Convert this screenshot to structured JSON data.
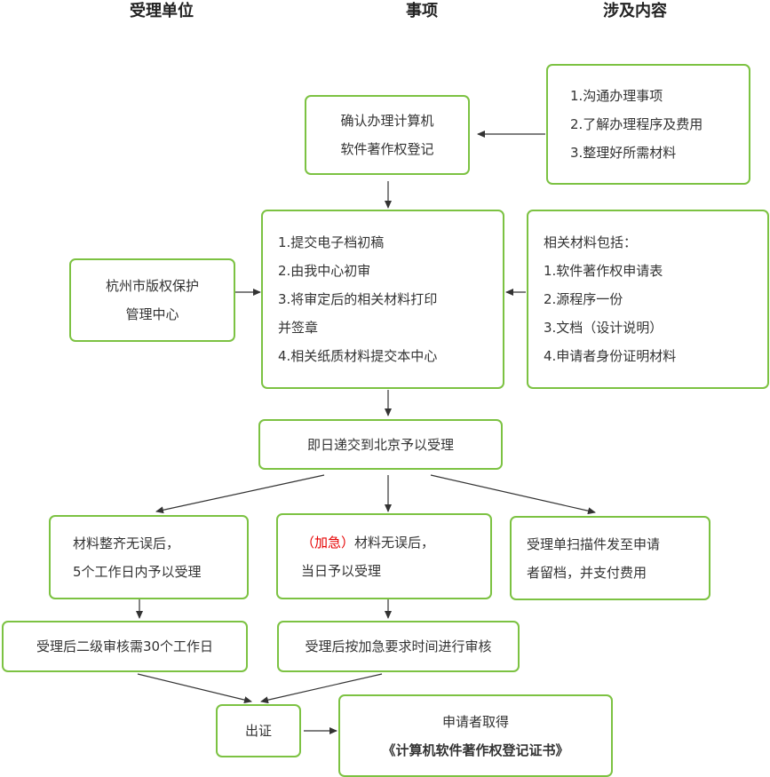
{
  "headers": {
    "unit": "受理单位",
    "matter": "事项",
    "content": "涉及内容"
  },
  "boxes": {
    "confirm": [
      "确认办理计算机",
      "软件著作权登记"
    ],
    "communicate": [
      "1.沟通办理事项",
      "2.了解办理程序及费用",
      "3.整理好所需材料"
    ],
    "hangzhou": [
      "杭州市版权保护",
      "管理中心"
    ],
    "submit": [
      "1.提交电子档初稿",
      "2.由我中心初审",
      "3.将审定后的相关材料打印",
      "并签章",
      "4.相关纸质材料提交本中心"
    ],
    "materials": [
      "相关材料包括：",
      "1.软件著作权申请表",
      "2.源程序一份",
      "3.文档（设计说明）",
      "4.申请者身份证明材料"
    ],
    "beijing": "即日递交到北京予以受理",
    "normal": [
      "材料整齐无误后，",
      "5个工作日内予以受理"
    ],
    "urgent": {
      "tag": "（加急）",
      "line1_rest": "材料无误后，",
      "line2": "当日予以受理"
    },
    "scan": [
      "受理单扫描件发至申请",
      "者留档，并支付费用"
    ],
    "review30": "受理后二级审核需30个工作日",
    "review_urgent": "受理后按加急要求时间进行审核",
    "issue": "出证",
    "obtain": [
      "申请者取得",
      "《计算机软件著作权登记证书》"
    ]
  },
  "colors": {
    "border": "#7cc242",
    "arrow": "#333333",
    "urgent": "#e60000"
  }
}
